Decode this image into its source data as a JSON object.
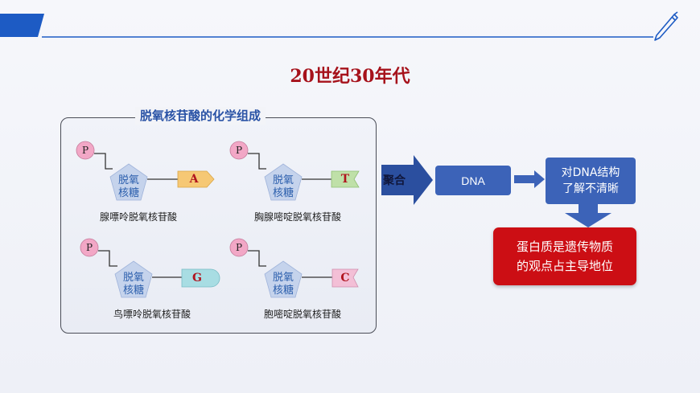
{
  "title": "20世纪30年代",
  "panel": {
    "title": "脱氧核苷酸的化学组成",
    "phosphate_label": "P",
    "sugar_line1": "脱氧",
    "sugar_line2": "核糖",
    "nucleotides": [
      {
        "base": "A",
        "caption": "腺嘌呤脱氧核苷酸"
      },
      {
        "base": "T",
        "caption": "胸腺嘧啶脱氧核苷酸"
      },
      {
        "base": "G",
        "caption": "鸟嘌呤脱氧核苷酸"
      },
      {
        "base": "C",
        "caption": "胞嘧啶脱氧核苷酸"
      }
    ]
  },
  "flow": {
    "arrow_label": "聚合",
    "dna_label": "DNA",
    "understand_line1": "对DNA结构",
    "understand_line2": "了解不清晰",
    "conclusion_line1": "蛋白质是遗传物质",
    "conclusion_line2": "的观点占主导地位"
  },
  "colors": {
    "header_blue": "#1d5bc4",
    "title_red": "#a6121b",
    "sugar_fill": "#c5d3ec",
    "phosphate_fill": "#f2a7c6",
    "base_A": "#f6c874",
    "base_T": "#bfe0a8",
    "base_G": "#a8dde3",
    "base_C": "#f3bfd6",
    "box_blue": "#3c63b8",
    "box_red": "#cc0e14"
  },
  "icons": {
    "header": "pen-icon"
  }
}
